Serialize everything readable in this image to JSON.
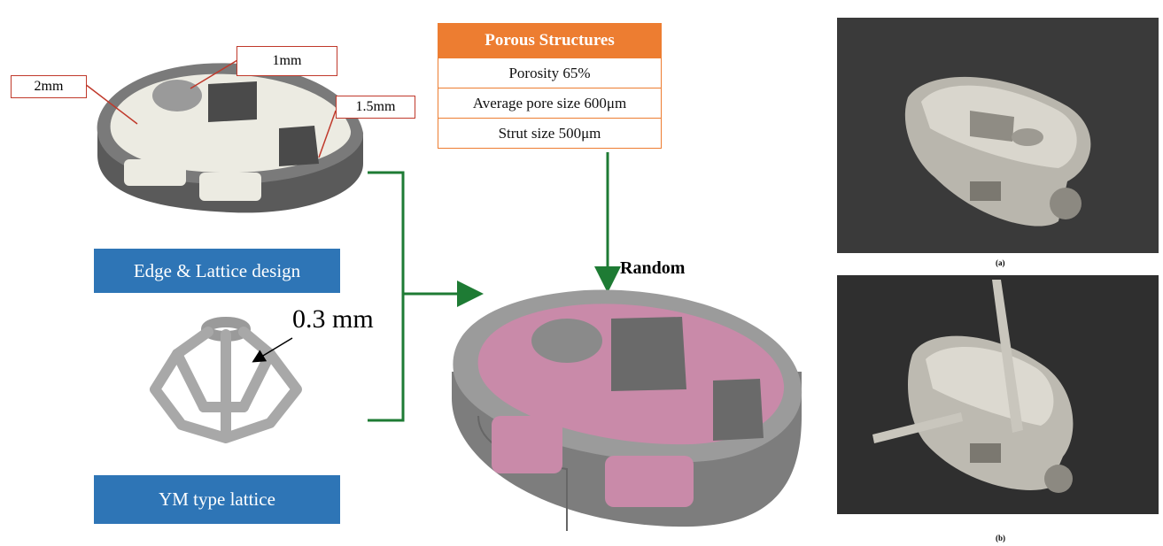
{
  "dimensions": {
    "d1": "1mm",
    "d2": "2mm",
    "d3": "1.5mm",
    "lattice_strut": "0.3 mm"
  },
  "labels": {
    "edge_lattice": "Edge & Lattice design",
    "ym_lattice": "YM type lattice",
    "random": "Random"
  },
  "porous": {
    "title": "Porous Structures",
    "rows": [
      "Porosity 65%",
      "Average pore size 600μm",
      "Strut size 500μm"
    ]
  },
  "photos": {
    "caption_a": "(a)",
    "caption_b": "(b)"
  },
  "colors": {
    "accent_orange": "#ed7d31",
    "label_blue": "#2e75b6",
    "arrow_green": "#1e7b34",
    "dimension_red": "#c0392b",
    "lattice_pink": "#d98bb3"
  }
}
